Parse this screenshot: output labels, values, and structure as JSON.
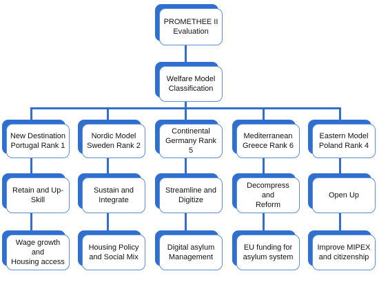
{
  "root": {
    "text": "PROMETHEE II\nEvaluation"
  },
  "classification": {
    "text": "Welfare Model\nClassification"
  },
  "columns": [
    {
      "model": "New Destination\nPortugal Rank 1",
      "strategy": "Retain and Up-\nSkill",
      "action": "Wage growth and\nHousing access"
    },
    {
      "model": "Nordic Model\nSweden Rank 2",
      "strategy": "Sustain and\nIntegrate",
      "action": "Housing Policy\nand Social Mix"
    },
    {
      "model": "Continental\nGermany Rank 5",
      "strategy": "Streamline and\nDigitize",
      "action": "Digital asylum\nManagement"
    },
    {
      "model": "Mediterranean\nGreece Rank 6",
      "strategy": "Decompress and\nReform",
      "action": "EU funding for\nasylum system"
    },
    {
      "model": "Eastern Model\nPoland Rank 4",
      "strategy": "Open Up",
      "action": "Improve MIPEX\nand citizenship"
    }
  ],
  "colors": {
    "accent": "#2E6FD0",
    "border": "#5B8ED8"
  }
}
